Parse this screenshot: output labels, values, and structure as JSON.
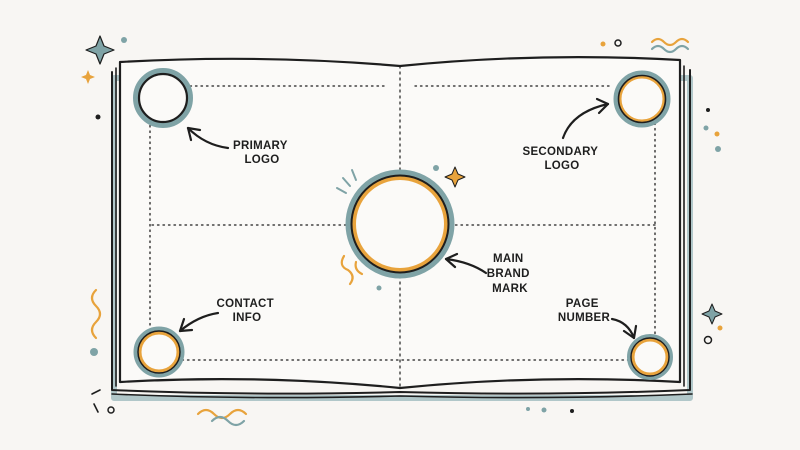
{
  "colors": {
    "ink": "#1e1e1e",
    "accent_orange": "#e8a33c",
    "accent_teal": "#7fa3a6",
    "paper": "#fbfaf8",
    "background": "#f8f6f3"
  },
  "diagram": {
    "subject": "open-book-page-layout",
    "labels": {
      "primary_logo": [
        "PRIMARY",
        "LOGO"
      ],
      "secondary_logo": [
        "SECONDARY",
        "LOGO"
      ],
      "main_brand_mark": [
        "MAIN",
        "BRAND",
        "MARK"
      ],
      "contact_info": [
        "CONTACT",
        "INFO"
      ],
      "page_number": [
        "PAGE",
        "NUMBER"
      ]
    },
    "icons": [
      "sparkle-icon",
      "arrow-icon",
      "squiggle-icon"
    ]
  }
}
